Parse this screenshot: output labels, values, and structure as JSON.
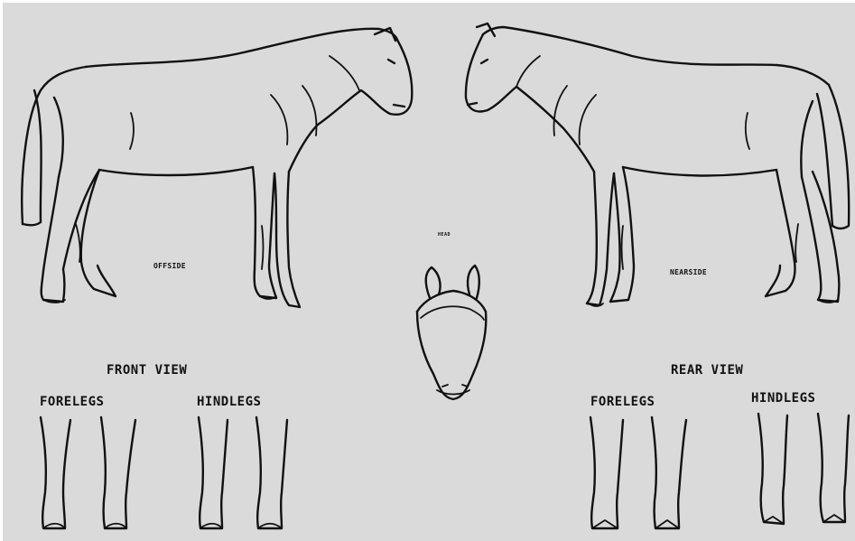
{
  "labels": {
    "offside": "OFFSIDE",
    "nearside": "NEARSIDE",
    "head_label": "HEAD",
    "front_view": "FRONT VIEW",
    "rear_view": "REAR VIEW",
    "front_forelegs": "FORELEGS",
    "front_hindlegs": "HINDLEGS",
    "rear_forelegs": "FORELEGS",
    "rear_hindlegs": "HINDLEGS"
  },
  "colors": {
    "paper": "#dadada",
    "ink": "#111111"
  }
}
